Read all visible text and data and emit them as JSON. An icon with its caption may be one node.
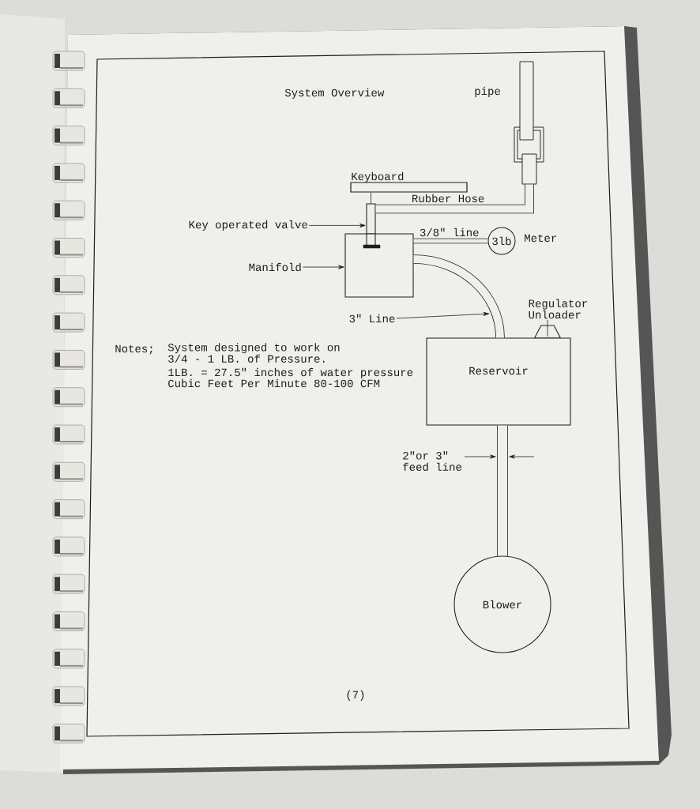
{
  "diagram": {
    "title": "System Overview",
    "nodes": [
      {
        "text": [
          "pipe"
        ]
      },
      {
        "text": [
          "Keyboard"
        ]
      },
      {
        "text": [
          "Key operated valve"
        ]
      },
      {
        "text": [],
        "shape": "bar"
      },
      {
        "text": [
          "Manifold"
        ]
      },
      {
        "text": [],
        "shape": "box"
      },
      {
        "text": [
          "3lb"
        ],
        "beside": [
          "Meter"
        ]
      },
      {
        "text": [
          "3\" Line"
        ]
      },
      {
        "text": [
          "Regulator Unloader"
        ]
      },
      {
        "text": [],
        "shape": "trapezoid"
      },
      {
        "text": [
          "Reservoir"
        ]
      },
      {
        "text": [
          "Blower"
        ]
      }
    ],
    "edges": [
      {
        "from": 1,
        "to": 3,
        "arrow": "none"
      },
      {
        "from": 3,
        "to": 0,
        "arrow": "none",
        "label": "Rubber Hose",
        "style": "thick"
      },
      {
        "from": 2,
        "to": 3,
        "arrow": "to"
      },
      {
        "from": 4,
        "to": 5,
        "arrow": "to"
      },
      {
        "from": 5,
        "to": 6,
        "arrow": "none",
        "label": "3/8\" line",
        "style": "thick"
      },
      {
        "from": 5,
        "to": 10,
        "arrow": "none",
        "style": "thick"
      },
      {
        "from": 7,
        "to": null,
        "arrow": "to"
      },
      {
        "from": 8,
        "to": 9,
        "arrow": "none"
      },
      {
        "from": 10,
        "to": 11,
        "arrow": "none",
        "style": "thick"
      }
    ],
    "labels": [
      "Notes;",
      "System designed to work on 3/4 - 1 LB. of Pressure.",
      "1LB. = 27.5\" inches of water pressure",
      "Cubic Feet Per Minute 80-100 CFM",
      "2\"or 3\" feed line",
      "(7)"
    ]
  }
}
